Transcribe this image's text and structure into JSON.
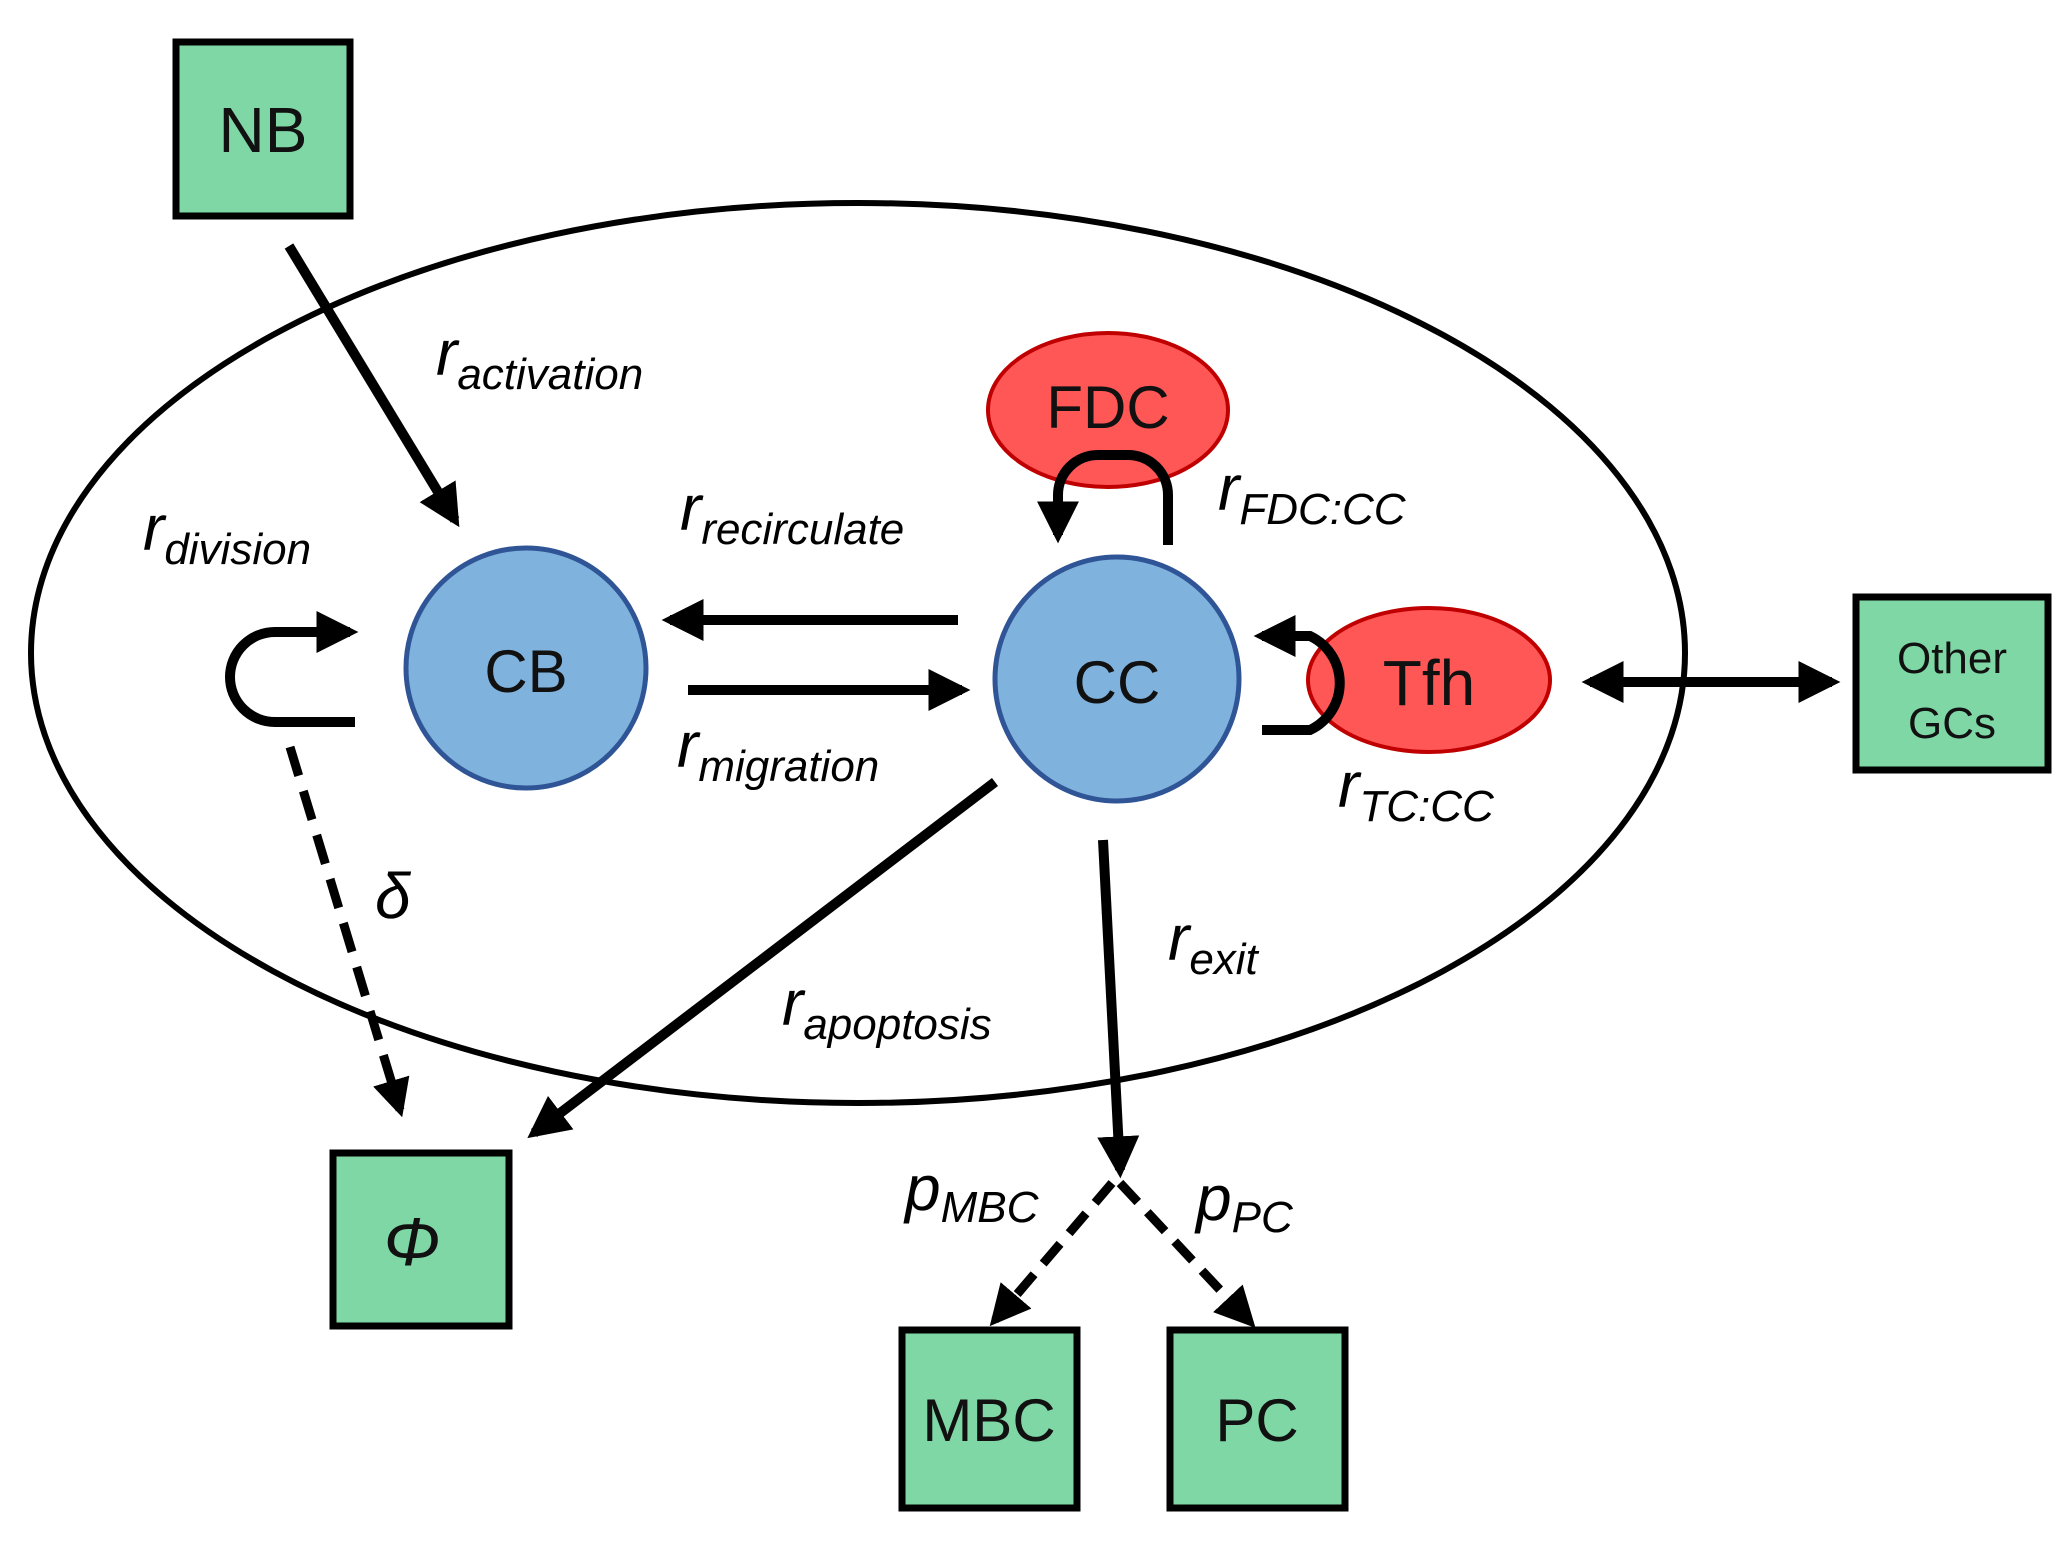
{
  "nodes": {
    "nb": "NB",
    "cb": "CB",
    "cc": "CC",
    "fdc": "FDC",
    "tfh": "Tfh",
    "other_gcs_line1": "Other",
    "other_gcs_line2": "GCs",
    "null_sink": "Φ",
    "mbc": "MBC",
    "pc": "PC"
  },
  "rates": {
    "activation": {
      "symbol": "r",
      "sub": "activation"
    },
    "division": {
      "symbol": "r",
      "sub": "division"
    },
    "recirculate": {
      "symbol": "r",
      "sub": "recirculate"
    },
    "migration": {
      "symbol": "r",
      "sub": "migration"
    },
    "fdc_cc": {
      "symbol": "r",
      "sub": "FDC:CC"
    },
    "tc_cc": {
      "symbol": "r",
      "sub": "TC:CC"
    },
    "apoptosis": {
      "symbol": "r",
      "sub": "apoptosis"
    },
    "exit": {
      "symbol": "r",
      "sub": "exit"
    },
    "death": {
      "symbol": "δ"
    },
    "p_mbc": {
      "symbol": "p",
      "sub": "MBC"
    },
    "p_pc": {
      "symbol": "p",
      "sub": "PC"
    }
  },
  "colors": {
    "box_fill": "#7fd7a5",
    "cell_fill": "#7fb3dd",
    "cell_stroke": "#2f5597",
    "helper_fill": "#ff5656",
    "helper_stroke": "#c00000"
  }
}
